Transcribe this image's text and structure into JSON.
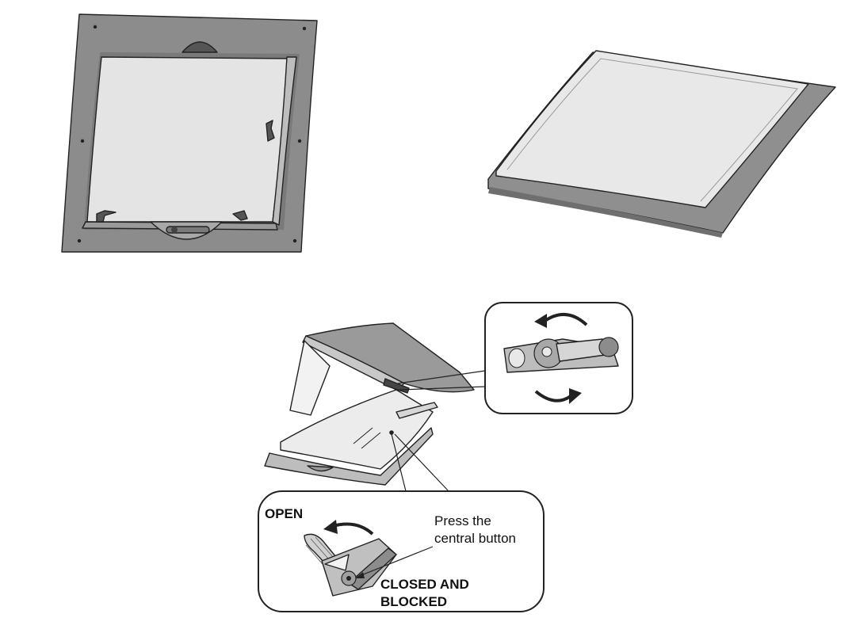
{
  "callout_bottom": {
    "open_label": "OPEN",
    "instruction_line1": "Press the",
    "instruction_line2": "central button",
    "closed_line1": "CLOSED AND",
    "closed_line2": "BLOCKED"
  },
  "icons": {
    "top_left": "window-frame-interior-view",
    "top_right": "window-exterior-view",
    "middle": "window-opening-view",
    "callout_top": "handle-rotate-arrows",
    "callout_bottom": "latch-handle-open-close"
  },
  "colors": {
    "frame": "#8c8c8c",
    "frame_dark": "#6e6e6e",
    "glass": "#e6e6e6",
    "outline": "#222222"
  }
}
